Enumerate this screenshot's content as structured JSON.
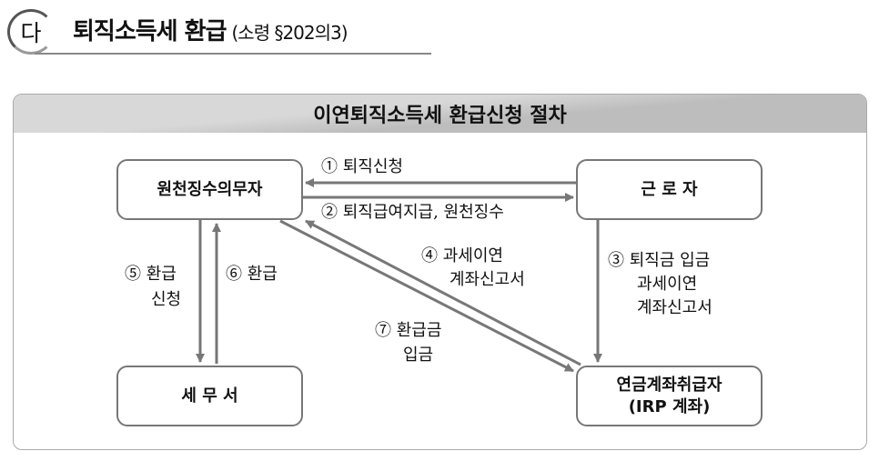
{
  "header": {
    "badge": "다",
    "title": "퇴직소득세 환급",
    "ref": "(소령 §202의3)"
  },
  "panel": {
    "title": "이연퇴직소득세 환급신청 절차"
  },
  "boxes": {
    "withholder": "원천징수의무자",
    "worker": "근 로 자",
    "tax_office": "세 무 서",
    "pension_provider": "연금계좌취급자",
    "pension_provider_sub": "(IRP 계좌)"
  },
  "steps": {
    "s1": "① 퇴직신청",
    "s2": "② 퇴직급여지급, 원천징수",
    "s3a": "③ 퇴직금 입금",
    "s3b": "과세이연",
    "s3c": "계좌신고서",
    "s4a": "④ 과세이연",
    "s4b": "계좌신고서",
    "s5a": "⑤ 환급",
    "s5b": "신청",
    "s6": "⑥ 환급",
    "s7a": "⑦ 환급금",
    "s7b": "입금"
  }
}
